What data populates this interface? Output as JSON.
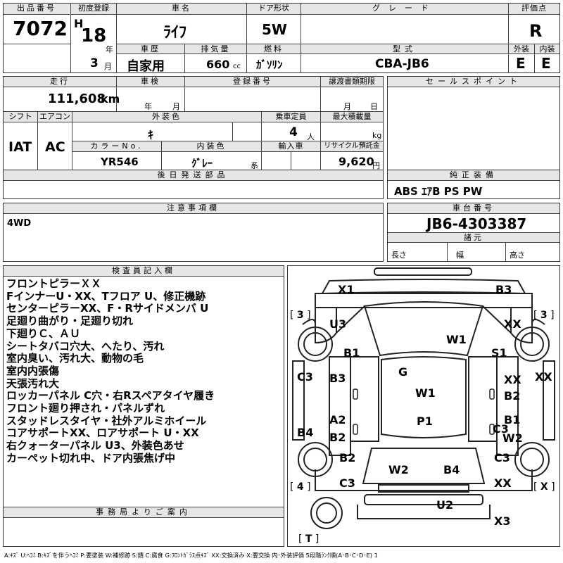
{
  "lot": {
    "label": "出品番号",
    "value": "7072"
  },
  "first_reg": {
    "label": "初度登録",
    "era": "H",
    "year": "18",
    "year_unit": "年",
    "month": "3",
    "month_unit": "月"
  },
  "car_name": {
    "label": "車名",
    "value": "ﾗｲﾌ"
  },
  "door": {
    "label": "ドア形状",
    "value": "5W"
  },
  "grade": {
    "label": "グレード",
    "value": ""
  },
  "score": {
    "label": "評価点",
    "value": "R"
  },
  "history": {
    "label": "車歴",
    "value": "自家用"
  },
  "displacement": {
    "label": "排気量",
    "value": "660",
    "unit": "cc"
  },
  "fuel": {
    "label": "燃料",
    "value": "ｶﾞｿﾘﾝ"
  },
  "model": {
    "label": "型式",
    "value": "CBA-JB6"
  },
  "exterior_grade": {
    "label": "外装",
    "value": "E"
  },
  "interior_grade": {
    "label": "内装",
    "value": "E"
  },
  "mileage": {
    "label": "走行",
    "value": "111,608",
    "unit": "km"
  },
  "inspection": {
    "label": "車検",
    "year_unit": "年",
    "month_unit": "月"
  },
  "reg_number": {
    "label": "登録番号",
    "value": ""
  },
  "transfer_deadline": {
    "label": "譲渡書類期限",
    "month_unit": "月",
    "day_unit": "日"
  },
  "shift": {
    "label": "シフト",
    "value": "IAT"
  },
  "aircon": {
    "label": "エアコン",
    "value": "AC"
  },
  "ext_color": {
    "label": "外装色",
    "value": "ｷ"
  },
  "capacity": {
    "label": "乗車定員",
    "value": "4",
    "unit": "人"
  },
  "max_load": {
    "label": "最大積載量",
    "unit": "kg"
  },
  "color_no": {
    "label": "カラーNo.",
    "value": "YR546"
  },
  "int_color": {
    "label": "内装色",
    "value": "ｸﾞﾚｰ",
    "suffix": "系"
  },
  "import": {
    "label": "輸入車",
    "value": ""
  },
  "recycle": {
    "label": "リサイクル預託金",
    "value": "9,620",
    "unit": "円"
  },
  "sales_point": {
    "label": "セールスポイント"
  },
  "aftermarket": {
    "label": "後日発送部品",
    "value": ""
  },
  "factory_equip": {
    "label": "純正装備",
    "value": "ABS ｴｱB PS PW"
  },
  "notes": {
    "label": "注意事項欄",
    "value": "4WD"
  },
  "chassis": {
    "label": "車台番号",
    "value": "JB6-4303387",
    "specs_label": "諸元",
    "length": "長さ",
    "width": "幅",
    "height": "高さ"
  },
  "inspector": {
    "label": "検査員記入欄",
    "lines": [
      "フロントピラーＸＸ",
      "FインナーU・XX、Tフロア U、修正機跡",
      "センターピラーXX、F・Rサイドメンバ U",
      "足廻り曲がり・足廻り切れ",
      "下廻りＣ、ＡＵ",
      "シートタバコ穴大、へたり、汚れ",
      "室内臭い、汚れ大、動物の毛",
      "室内内張傷",
      "天張汚れ大",
      "ロッカーパネル C穴・右Rスペアタイヤ履き",
      "フロント廻り押され・パネルずれ",
      "スタッドレスタイヤ・社外アルミホイール",
      "コアサポートXX、ロアサポート U・XX",
      "右クォーターパネル U3、外装色あせ",
      "カーペット切れ中、ドア内張焦げ中"
    ]
  },
  "office": {
    "label": "事務局よりご案内"
  },
  "diagram": {
    "tire_fl": "3",
    "tire_fr": "3",
    "tire_rl": "4",
    "tire_rr": "X",
    "tire_spare": "T",
    "codes": [
      "X1",
      "B3",
      "U3",
      "XX",
      "W1",
      "B1",
      "S1",
      "C3",
      "B3",
      "G",
      "XX",
      "XX",
      "W1",
      "B2",
      "A2",
      "P1",
      "B1",
      "B4",
      "B2",
      "C3",
      "W2",
      "B2",
      "C3",
      "W2",
      "B4",
      "C3",
      "XX",
      "U2",
      "X3"
    ]
  },
  "legend": "A:ｷｽﾞ U:ﾍｺﾐ B:ｷｽﾞを伴うﾍｺﾐ P:要塗装 W:補修跡 S:錆 C:腐食 G:ﾌﾛﾝﾄｶﾞﾗｽ点ｷｽﾞ XX:交換済み X:要交換 内･外装評価 5段階ﾗﾝｸ順(A･B･C･D･E) 1"
}
